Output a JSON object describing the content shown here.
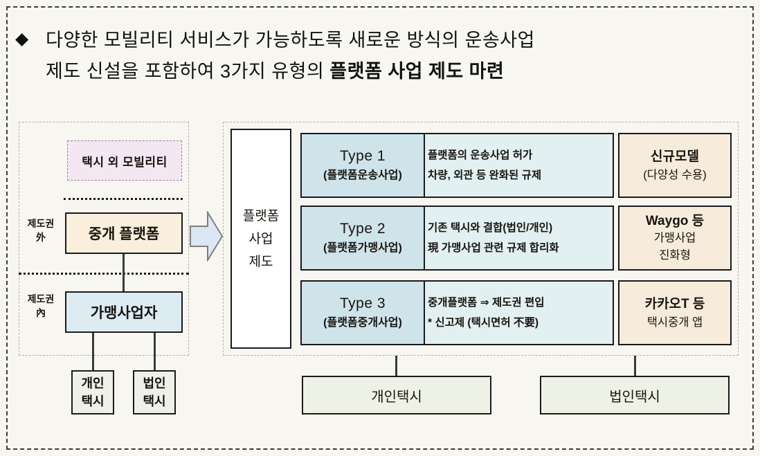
{
  "headline": {
    "bullet_icon": "diamond-bullet-icon",
    "line1": "다양한 모빌리티 서비스가 가능하도록 새로운 방식의 운송사업",
    "line2_prefix": "제도 신설을 포함하여 3가지 유형의 ",
    "line2_strong": "플랫폼 사업 제도 마련"
  },
  "left_panel": {
    "taxi_other_label": "택시 외 모빌리티",
    "outside_label": "제도권\n外",
    "outside_label_line1": "제도권",
    "outside_label_line2": "外",
    "inside_label_line1": "제도권",
    "inside_label_line2": "內",
    "broker_label": "중개 플랫폼",
    "franchise_label": "가맹사업자",
    "personal_taxi_line1": "개인",
    "personal_taxi_line2": "택시",
    "corporate_taxi_line1": "법인",
    "corporate_taxi_line2": "택시"
  },
  "arrow": {
    "icon": "right-block-arrow-icon",
    "fill": "#dbe7f3",
    "stroke": "#7f7f7f"
  },
  "right_panel": {
    "system_box_line1": "플랫폼",
    "system_box_line2": "사업",
    "system_box_line3": "제도",
    "rows": [
      {
        "type_name": "Type 1",
        "type_sub": "(플랫폼운송사업)",
        "desc_line1": "플랫폼의 운송사업 허가",
        "desc_line2": "차량, 외관 등 완화된 규제",
        "model_title": "신규모델",
        "model_sub1": "(다양성 수용)",
        "model_sub2": ""
      },
      {
        "type_name": "Type 2",
        "type_sub": "(플랫폼가맹사업)",
        "desc_line1": "기존 택시와 결합(법인/개인)",
        "desc_line2": "現 가맹사업 관련 규제 합리화",
        "model_title": "Waygo 등",
        "model_sub1": "가맹사업",
        "model_sub2": "진화형"
      },
      {
        "type_name": "Type 3",
        "type_sub": "(플랫폼중개사업)",
        "desc_line1": "중개플랫폼 ⇒ 제도권 편입",
        "desc_line2": "* 신고제 (택시면허 不要)",
        "model_title": "카카오T 등",
        "model_sub1": "택시중개 앱",
        "model_sub2": ""
      }
    ],
    "bottom_personal_label": "개인택시",
    "bottom_corporate_label": "법인택시"
  },
  "colors": {
    "canvas_background": "#f8f6f1",
    "outer_border": "#3b3b3b",
    "type_cell": "#cfe4ea",
    "desc_cell": "#e2f0f2",
    "model_cell": "#f7ecdc",
    "broker_cell": "#faeedc",
    "franchise_cell": "#dcecf2",
    "taxi_other_cell": "#f5e7f2",
    "taxi_bottom_cell": "#eef2e6",
    "system_cell": "#ffffff",
    "line": "#3a3a3a"
  }
}
